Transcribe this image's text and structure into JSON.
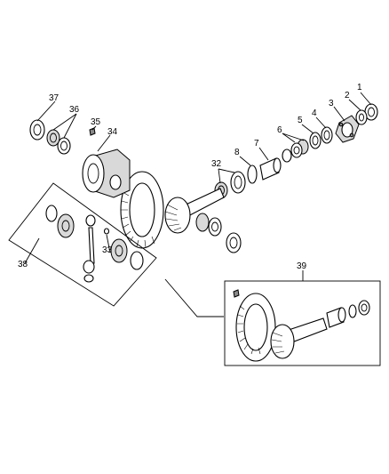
{
  "callouts": {
    "c1": "1",
    "c2": "2",
    "c3": "3",
    "c4": "4",
    "c5": "5",
    "c6": "6",
    "c7": "7",
    "c8": "8",
    "c32": "32",
    "c33": "33",
    "c34": "34",
    "c35": "35",
    "c36": "36",
    "c37": "37",
    "c38": "38",
    "c39": "39"
  }
}
